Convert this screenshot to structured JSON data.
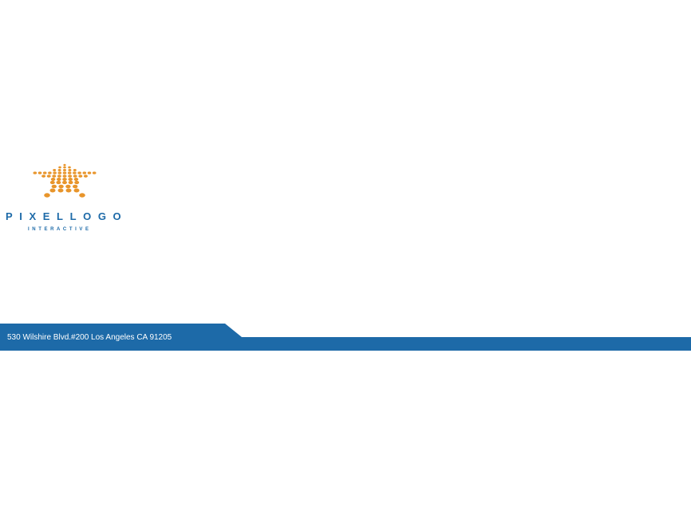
{
  "colors": {
    "brand_blue": "#1d6aa8",
    "brand_orange": "#e8952b",
    "footer_text": "#ffffff",
    "background": "#ffffff"
  },
  "logo": {
    "name": "PIXELLOGO",
    "tagline": "INTERACTIVE",
    "mark_icon": "dotted-arrow-icon"
  },
  "footer": {
    "address": "530 Wilshire Blvd.#200 Los Angeles CA 91205"
  }
}
